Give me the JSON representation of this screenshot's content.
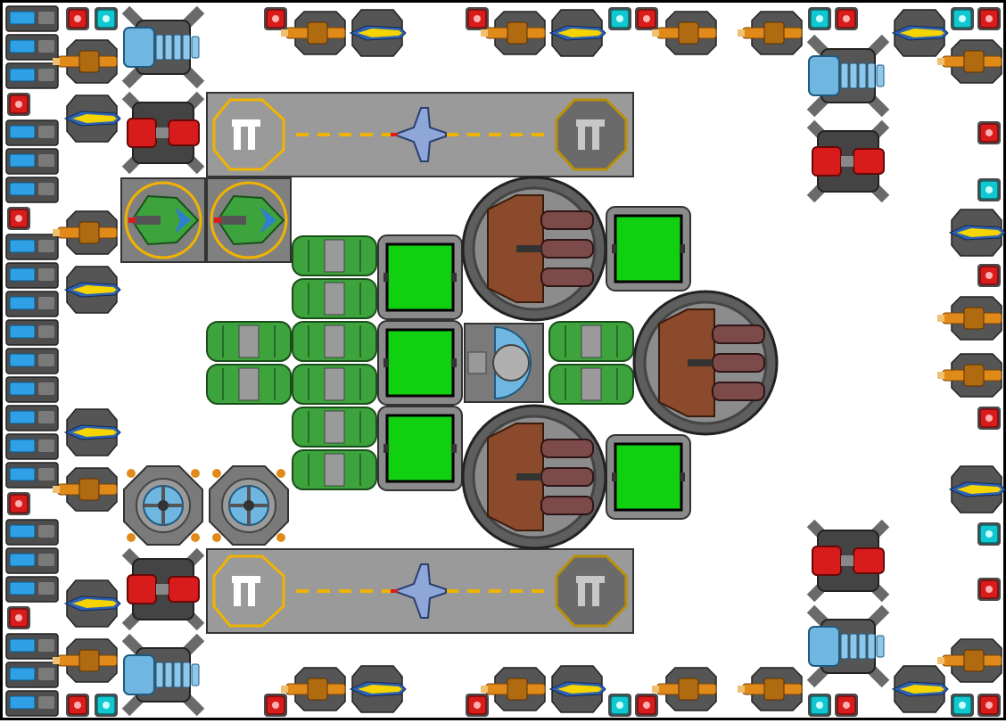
{
  "scene": {
    "type": "ship-builder-grid",
    "palette": {
      "background": "#ffffff",
      "hull": "#8c8c8c",
      "runway": "#9a9a9a",
      "armor_green": "#10d010",
      "storage_green": "#3da33d",
      "laser_red": "#d81c1c",
      "cannon_brown": "#8b4a2b",
      "shield_blue": "#6fb7e0",
      "stripe_yellow": "#f0b400",
      "thruster_orange": "#e08a1a",
      "cyan_node": "#12c8d0"
    }
  },
  "modules": {
    "hangars": [
      {
        "name": "hangar-top",
        "ship": "fighter"
      },
      {
        "name": "hangar-bottom",
        "ship": "fighter"
      }
    ],
    "cannons": [
      "heavy-cannon-nw",
      "heavy-cannon-e",
      "heavy-cannon-sw"
    ],
    "core": "command-core",
    "armor_blocks": 5,
    "shield_emitters": 2
  }
}
